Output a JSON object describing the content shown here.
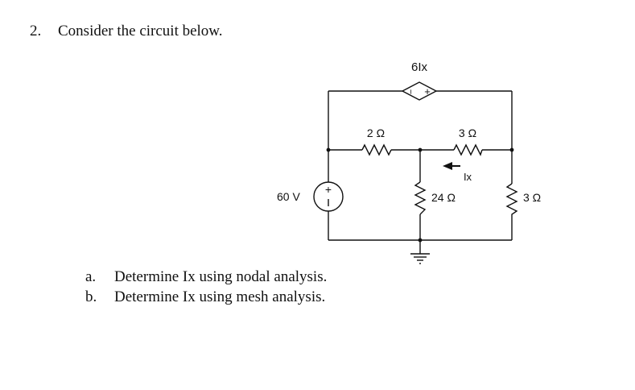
{
  "problem": {
    "number": "2.",
    "prompt": "Consider the circuit below."
  },
  "circuit": {
    "dep_source_label": "6Ix",
    "resistor_2_label": "2 Ω",
    "resistor_3_top_label": "3 Ω",
    "current_label": "Ix",
    "resistor_24_label": "24 Ω",
    "resistor_3_right_label": "3 Ω",
    "voltage_source_label": "60 V",
    "plus_sign": "+",
    "minus_sign": "−"
  },
  "parts": [
    {
      "letter": "a.",
      "text": "Determine Ix using nodal analysis."
    },
    {
      "letter": "b.",
      "text": "Determine Ix using mesh analysis."
    }
  ]
}
